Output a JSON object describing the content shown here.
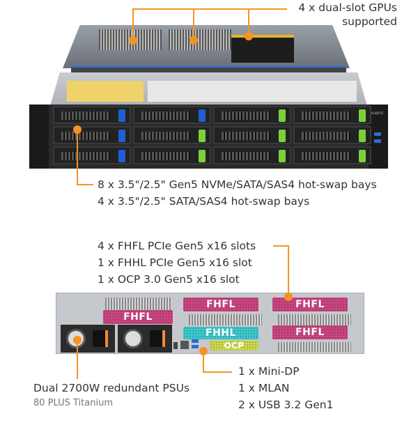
{
  "front": {
    "gpu_callout": [
      "4 x dual-slot GPUs",
      "supported"
    ],
    "bays_callout": [
      "8 x 3.5\"/2.5\" Gen5 NVMe/SATA/SAS4 hot-swap bays",
      "4 x 3.5\"/2.5\" SATA/SAS4 hot-swap bays"
    ],
    "brand_label": "GIGABYTE"
  },
  "rear": {
    "slots_callout": [
      "4 x FHFL PCIe Gen5 x16 slots",
      "1 x FHHL PCIe Gen5 x16 slot",
      "1 x OCP 3.0 Gen5 x16 slot"
    ],
    "psu_callout": "Dual 2700W redundant PSUs",
    "psu_sub": "80 PLUS Titanium",
    "ports_callout": [
      "1 x Mini-DP",
      "1 x MLAN",
      "2 x USB 3.2 Gen1"
    ],
    "cards": {
      "fhfl": "FHFL",
      "fhhl": "FHHL",
      "ocp": "OCP"
    }
  },
  "colors": {
    "accent": "#f39323",
    "fhfl": "#c8457f",
    "fhhl": "#3cc7c9",
    "ocp": "#c9d84a",
    "latch_blue": "#1f5fd6",
    "latch_green": "#7bd13a"
  }
}
